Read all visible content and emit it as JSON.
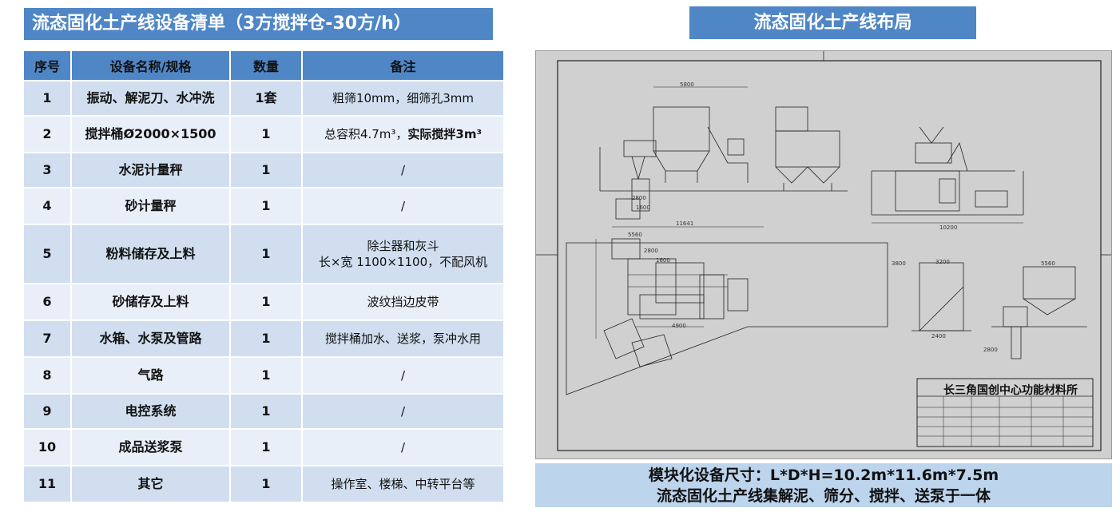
{
  "left_title": "流态固化土产线设备清单（3方搅拌仓-30方/h）",
  "right_title": "流态固化土产线布局",
  "table": {
    "headers": [
      "序号",
      "设备名称/规格",
      "数量",
      "备注"
    ],
    "rows": [
      {
        "no": "1",
        "name": "振动、解泥刀、水冲洗",
        "qty": "1套",
        "note": "粗筛10mm，细筛孔3mm",
        "note_bold": ""
      },
      {
        "no": "2",
        "name": "搅拌桶Ø2000×1500",
        "qty": "1",
        "note": "总容积4.7m³，",
        "note_bold": "实际搅拌3m³"
      },
      {
        "no": "3",
        "name": "水泥计量秤",
        "qty": "1",
        "note": "/",
        "note_bold": ""
      },
      {
        "no": "4",
        "name": "砂计量秤",
        "qty": "1",
        "note": "/",
        "note_bold": ""
      },
      {
        "no": "5",
        "name": "粉料储存及上料",
        "qty": "1",
        "note": "除尘器和灰斗\n长×宽 1100×1100，不配风机",
        "note_bold": ""
      },
      {
        "no": "6",
        "name": "砂储存及上料",
        "qty": "1",
        "note": "波纹挡边皮带",
        "note_bold": ""
      },
      {
        "no": "7",
        "name": "水箱、水泵及管路",
        "qty": "1",
        "note": "搅拌桶加水、送浆，泵冲水用",
        "note_bold": ""
      },
      {
        "no": "8",
        "name": "气路",
        "qty": "1",
        "note": "/",
        "note_bold": ""
      },
      {
        "no": "9",
        "name": "电控系统",
        "qty": "1",
        "note": "/",
        "note_bold": ""
      },
      {
        "no": "10",
        "name": "成品送浆泵",
        "qty": "1",
        "note": "/",
        "note_bold": ""
      },
      {
        "no": "11",
        "name": "其它",
        "qty": "1",
        "note": "操作室、楼梯、中转平台等",
        "note_bold": ""
      }
    ]
  },
  "drawing": {
    "dimensions": [
      "5800",
      "2800",
      "1600",
      "10200",
      "11641",
      "5560",
      "2800",
      "1600",
      "3800",
      "4900",
      "3200",
      "5560",
      "2400",
      "2800"
    ],
    "org_name": "长三角国创中心功能材料所"
  },
  "footer": {
    "size_line": "模块化设备尺寸：L*D*H=10.2m*11.6m*7.5m",
    "summary_line": "流态固化土产线集解泥、筛分、搅拌、送泵于一体"
  },
  "colors": {
    "accent": "#4f86c6",
    "row_odd": "#d0deef",
    "row_even": "#e9eff8",
    "footer_bg": "#bcd4ec",
    "drawing_bg": "#d0d0d0"
  }
}
